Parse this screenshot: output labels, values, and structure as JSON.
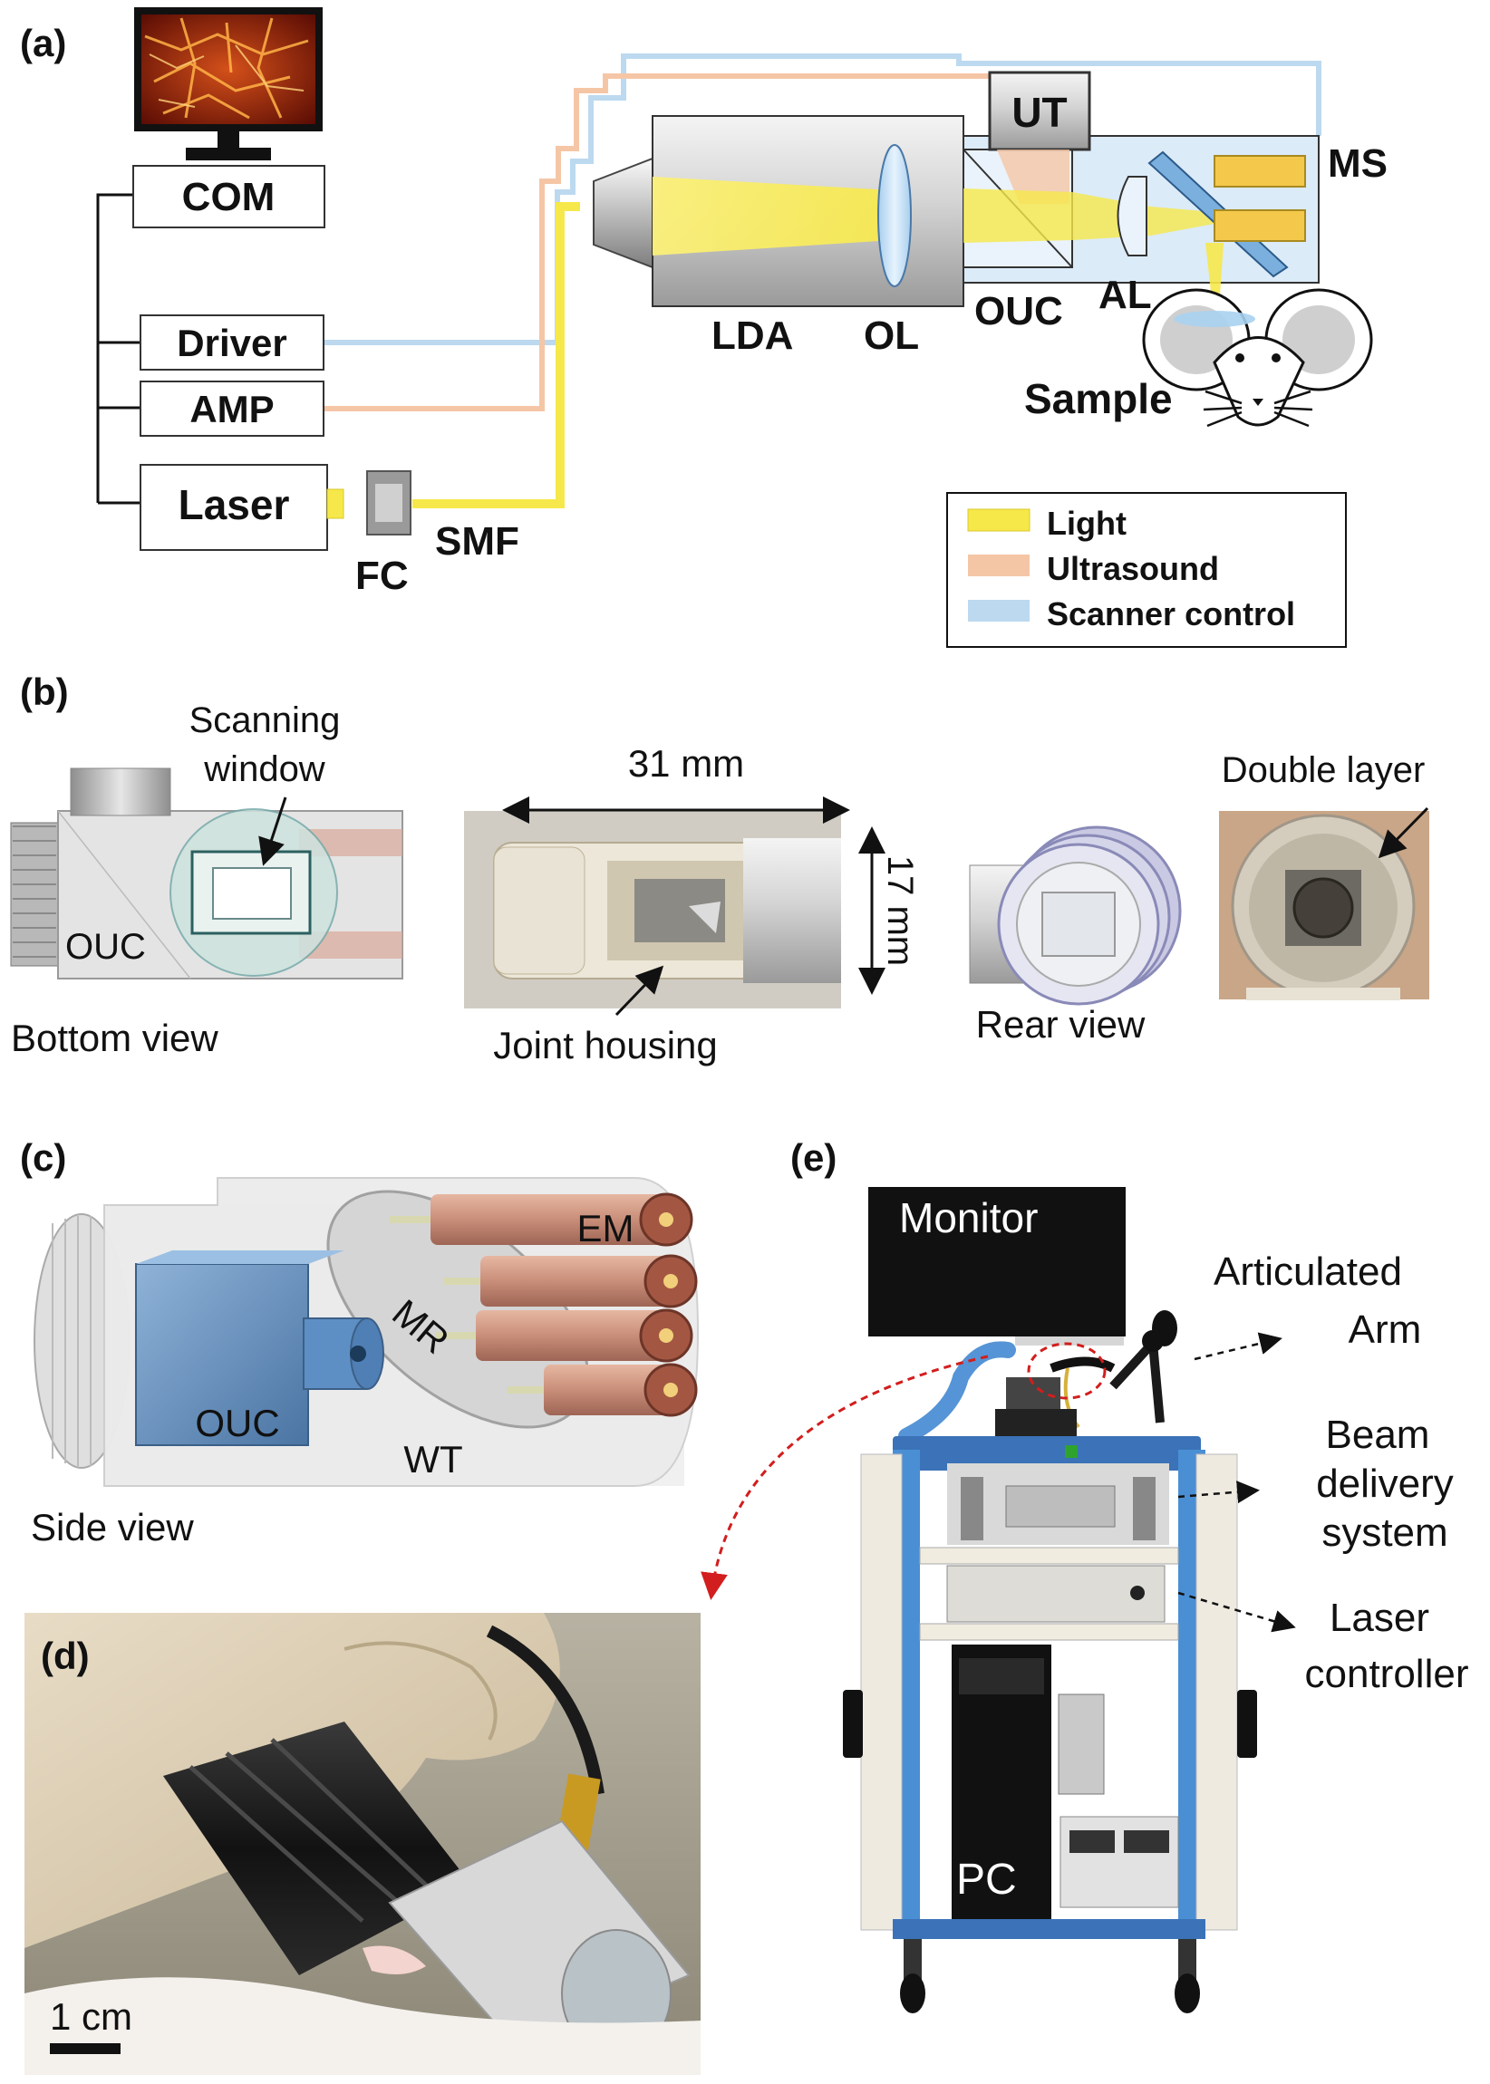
{
  "panels": {
    "a": {
      "label": "(a)",
      "blocks": {
        "com": "COM",
        "driver": "Driver",
        "amp": "AMP",
        "laser": "Laser"
      },
      "components": {
        "fc": "FC",
        "smf": "SMF",
        "lda": "LDA",
        "ol": "OL",
        "ouc": "OUC",
        "al": "AL",
        "ut": "UT",
        "ms": "MS",
        "sample": "Sample"
      },
      "legend": [
        {
          "label": "Light",
          "color": "#f7e84a"
        },
        {
          "label": "Ultrasound",
          "color": "#f5c6a6"
        },
        {
          "label": "Scanner control",
          "color": "#bcd9ef"
        }
      ]
    },
    "b": {
      "label": "(b)",
      "scanning_window": [
        "Scanning",
        "window"
      ],
      "ouc": "OUC",
      "bottom_view": "Bottom view",
      "width_dim": "31 mm",
      "height_dim": "17 mm",
      "joint_housing": "Joint housing",
      "rear_view": "Rear view",
      "double_layer": "Double layer"
    },
    "c": {
      "label": "(c)",
      "em": "EM",
      "mr": "MR",
      "ouc": "OUC",
      "wt": "WT",
      "side_view": "Side view"
    },
    "d": {
      "label": "(d)",
      "scale": "1 cm"
    },
    "e": {
      "label": "(e)",
      "monitor": "Monitor",
      "articulated_arm": [
        "Articulated",
        "Arm"
      ],
      "beam_delivery": [
        "Beam",
        "delivery",
        "system"
      ],
      "laser_controller": [
        "Laser",
        "controller"
      ],
      "pc": "PC"
    }
  },
  "colors": {
    "light": "#f7e84a",
    "ultrasound": "#f5c6a6",
    "scanner": "#bcd9ef",
    "cart_frame": "#4a8fd4"
  }
}
